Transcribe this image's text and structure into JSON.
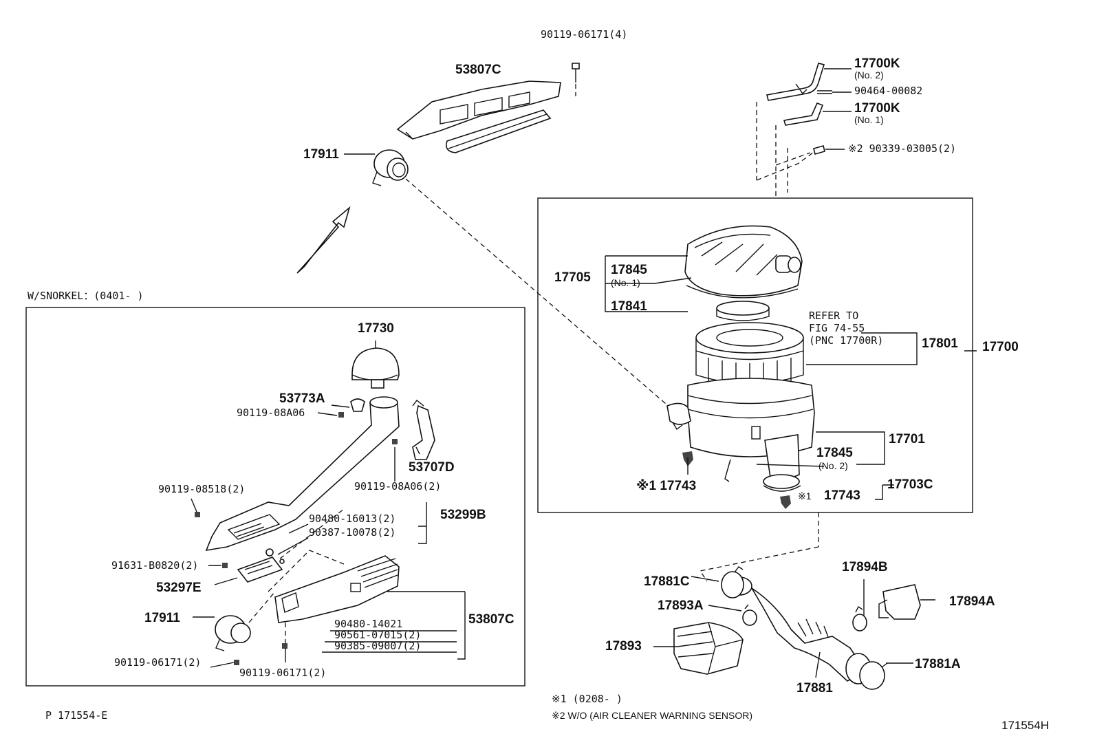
{
  "labels": {
    "p90119_06171_4": "90119-06171(4)",
    "p53807C_top": "53807C",
    "p17911_top": "17911",
    "p17700K_1": "17700K",
    "p17700K_1_no": "(No. 2)",
    "p90464": "90464-00082",
    "p17700K_2": "17700K",
    "p17700K_2_no": "(No. 1)",
    "p90339": "※2  90339-03005(2)",
    "p17705": "17705",
    "p17845_a": "17845",
    "p17845_a_no": "(No. 1)",
    "p17841": "17841",
    "refer1": "REFER TO",
    "refer2": "FIG 74-55",
    "refer3": "(PNC 17700R)",
    "p17801": "17801",
    "p17700": "17700",
    "p17701": "17701",
    "p17845_b": "17845",
    "p17845_b_no": "(No. 2)",
    "p17743_l": "※1  17743",
    "p17743_r": "17743",
    "p17743_r_mark": "※1",
    "p17703C": "17703C",
    "snorkel_title": "W/SNORKEL：(0401-      )",
    "p17730": "17730",
    "p53773A": "53773A",
    "p90119_08A06": "90119-08A06",
    "p53707D": "53707D",
    "p90119_08A06_2": "90119-08A06(2)",
    "p90119_08518": "90119-08518(2)",
    "p90480_16013": "90480-16013(2)",
    "p90387": "90387-10078(2)",
    "p53299B": "53299B",
    "p91631": "91631-B0820(2)",
    "p53297E": "53297E",
    "p53807C_bot": "53807C",
    "p17911_bot": "17911",
    "p90480_14021": "90480-14021",
    "p90561": "90561-07015(2)",
    "p90385": "90385-09007(2)",
    "p90119_06171_2a": "90119-06171(2)",
    "p90119_06171_2b": "90119-06171(2)",
    "p17881C": "17881C",
    "p17894B": "17894B",
    "p17894A": "17894A",
    "p17893A": "17893A",
    "p17893": "17893",
    "p17881A": "17881A",
    "p17881": "17881",
    "note1": "※1 (0208-      )",
    "note2": "※2  W/O (AIR CLEANER WARNING SENSOR)",
    "code_left": "P  171554-E",
    "code_right": "171554H"
  }
}
